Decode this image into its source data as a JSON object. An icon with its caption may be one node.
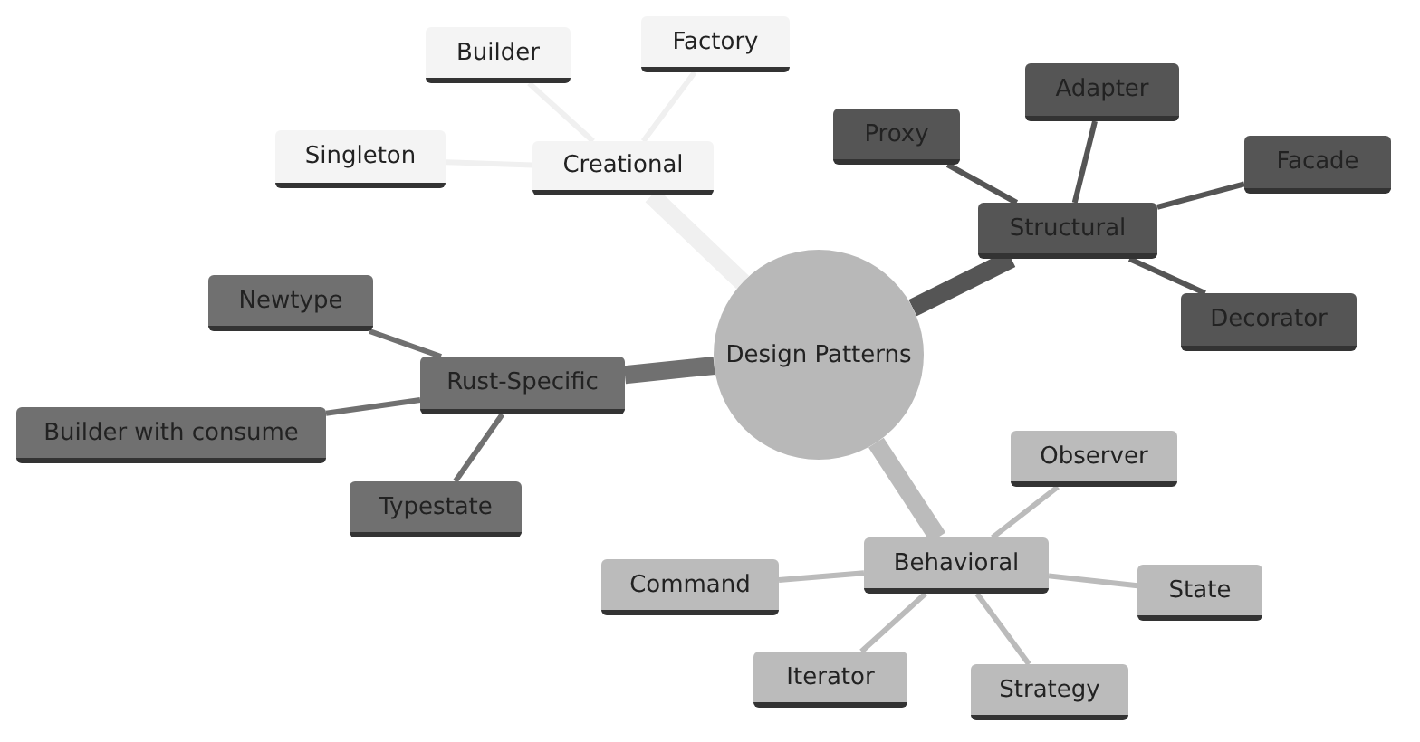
{
  "diagram": {
    "nodes": [
      {
        "text": [
          "Design Patterns"
        ]
      },
      {
        "text": [
          "Creational"
        ]
      },
      {
        "text": [
          "Builder"
        ]
      },
      {
        "text": [
          "Factory"
        ]
      },
      {
        "text": [
          "Singleton"
        ]
      },
      {
        "text": [
          "Structural"
        ]
      },
      {
        "text": [
          "Proxy"
        ]
      },
      {
        "text": [
          "Adapter"
        ]
      },
      {
        "text": [
          "Facade"
        ]
      },
      {
        "text": [
          "Decorator"
        ]
      },
      {
        "text": [
          "Rust-Specific"
        ]
      },
      {
        "text": [
          "Newtype"
        ]
      },
      {
        "text": [
          "Builder with consume"
        ]
      },
      {
        "text": [
          "Typestate"
        ]
      },
      {
        "text": [
          "Behavioral"
        ]
      },
      {
        "text": [
          "Observer"
        ]
      },
      {
        "text": [
          "Command"
        ]
      },
      {
        "text": [
          "State"
        ]
      },
      {
        "text": [
          "Iterator"
        ]
      },
      {
        "text": [
          "Strategy"
        ]
      }
    ],
    "edges": [
      {
        "from": 0,
        "to": 1,
        "arrow": "none",
        "style": "thick",
        "color": "#f0f0f0"
      },
      {
        "from": 1,
        "to": 2,
        "arrow": "none",
        "color": "#f0f0f0"
      },
      {
        "from": 1,
        "to": 3,
        "arrow": "none",
        "color": "#f0f0f0"
      },
      {
        "from": 1,
        "to": 4,
        "arrow": "none",
        "color": "#f0f0f0"
      },
      {
        "from": 0,
        "to": 5,
        "arrow": "none",
        "style": "thick",
        "color": "#555555"
      },
      {
        "from": 5,
        "to": 6,
        "arrow": "none",
        "color": "#555555"
      },
      {
        "from": 5,
        "to": 7,
        "arrow": "none",
        "color": "#555555"
      },
      {
        "from": 5,
        "to": 8,
        "arrow": "none",
        "color": "#555555"
      },
      {
        "from": 5,
        "to": 9,
        "arrow": "none",
        "color": "#555555"
      },
      {
        "from": 0,
        "to": 10,
        "arrow": "none",
        "style": "thick",
        "color": "#707070"
      },
      {
        "from": 10,
        "to": 11,
        "arrow": "none",
        "color": "#707070"
      },
      {
        "from": 10,
        "to": 12,
        "arrow": "none",
        "color": "#707070"
      },
      {
        "from": 10,
        "to": 13,
        "arrow": "none",
        "color": "#707070"
      },
      {
        "from": 0,
        "to": 14,
        "arrow": "none",
        "style": "thick",
        "color": "#bbbbbb"
      },
      {
        "from": 14,
        "to": 15,
        "arrow": "none",
        "color": "#bbbbbb"
      },
      {
        "from": 14,
        "to": 16,
        "arrow": "none",
        "color": "#bbbbbb"
      },
      {
        "from": 14,
        "to": 17,
        "arrow": "none",
        "color": "#bbbbbb"
      },
      {
        "from": 14,
        "to": 18,
        "arrow": "none",
        "color": "#bbbbbb"
      },
      {
        "from": 14,
        "to": 19,
        "arrow": "none",
        "color": "#bbbbbb"
      }
    ]
  }
}
